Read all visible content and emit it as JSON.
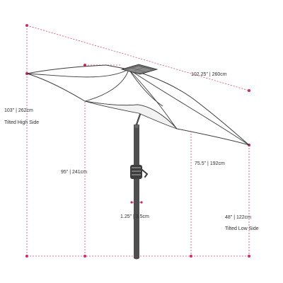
{
  "dimensions": {
    "canopy_width": "102.25\" | 260cm",
    "tilted_high_side": "103\" | 262cm",
    "tilted_high_side_caption": "Tilted High Side",
    "overall_height": "95\" | 241cm",
    "under_canopy": "75.5\" | 192cm",
    "pole_diameter": "1.25\" | 3.5cm",
    "tilted_low_side": "48\" | 122cm",
    "tilted_low_side_caption": "Tilted Low Side"
  },
  "colors": {
    "dimension_line": "#e0457b",
    "dimension_dot": "#d8245f",
    "outline": "#3b3b3b",
    "pole": "#4f4f4f"
  },
  "icons": {
    "solar_panel": "solar-panel-icon",
    "crank": "crank-handle-icon"
  }
}
